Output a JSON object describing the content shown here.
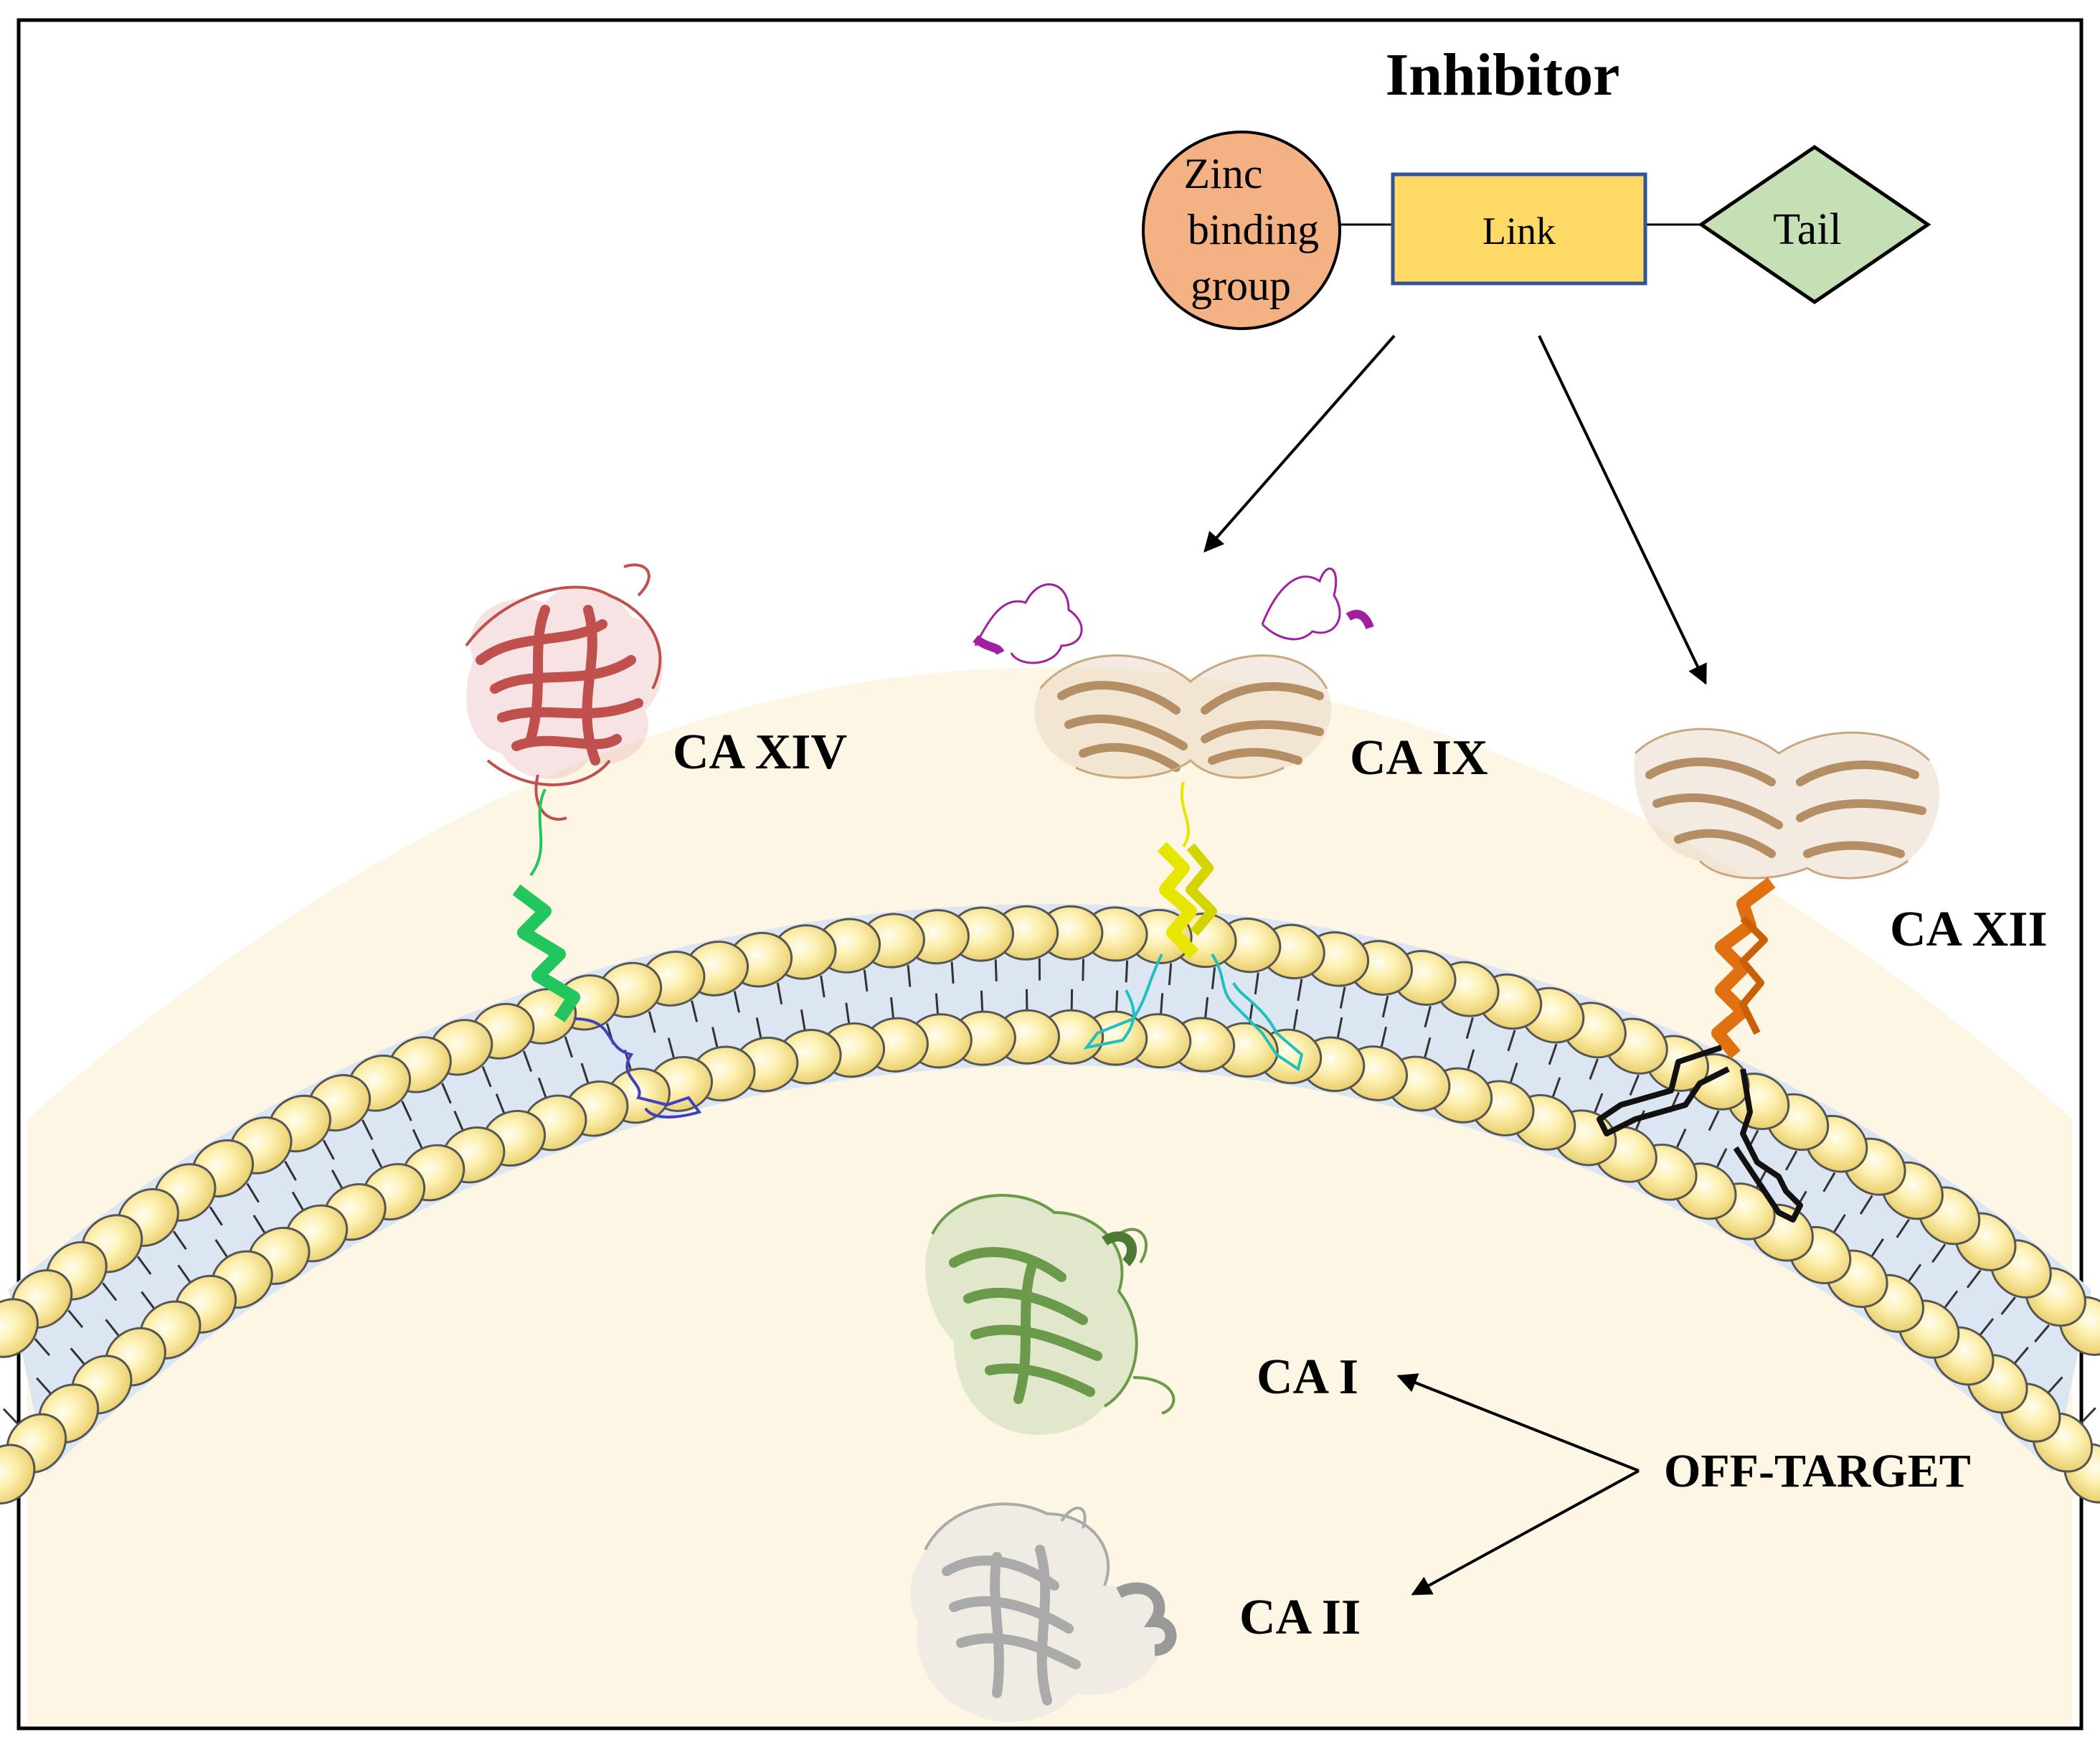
{
  "inhibitor": {
    "title": "Inhibitor",
    "zinc_group": [
      "Zinc",
      "binding",
      "group"
    ],
    "link": "Link",
    "tail": "Tail"
  },
  "proteins": {
    "ca14": "CA XIV",
    "ca9": "CA IX",
    "ca12": "CA XII",
    "ca1": "CA I",
    "ca2": "CA II"
  },
  "off_target": "OFF-TARGET",
  "colors": {
    "zinc_fill": "#f4b183",
    "link_fill": "#ffd966",
    "link_stroke": "#2f5597",
    "tail_fill": "#c5e0b4",
    "cytoplasm": "#fef6e4",
    "membrane_band": "#dce6f2",
    "lipid_head": "#fdeea0",
    "ca14_color": "#c0504d",
    "ca14_helix": "#22c55e",
    "ca9_color": "#c9a880",
    "ca9_pg": "#a020a0",
    "ca9_helix": "#e6e600",
    "ca9_tail": "#20c0c0",
    "ca12_color": "#c9a880",
    "ca12_helix": "#e07010",
    "ca1_color": "#6a9a4a",
    "ca2_color": "#aaaaaa"
  }
}
